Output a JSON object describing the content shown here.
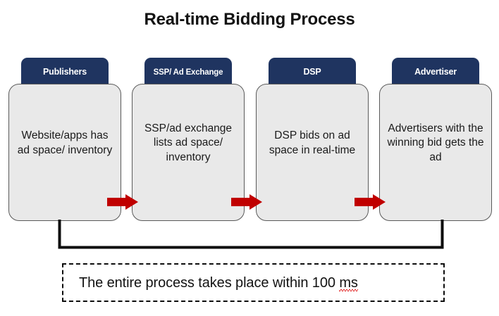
{
  "diagram": {
    "title": "Real-time Bidding Process",
    "colors": {
      "header_navy": "#1F3460",
      "card_fill": "#E9E9E9",
      "card_border": "#5A5A5A",
      "arrow_red": "#C00000",
      "bracket_black": "#0D0D0D",
      "text_black": "#131313",
      "spellcheck_red": "#E02020"
    },
    "steps": [
      {
        "header": "Publishers",
        "body": "Website/apps has ad space/ inventory"
      },
      {
        "header": "SSP/ Ad Exchange",
        "body": "SSP/ad exchange lists ad space/ inventory"
      },
      {
        "header": "DSP",
        "body": "DSP bids on ad space in real-time"
      },
      {
        "header": "Advertiser",
        "body": "Advertisers with the winning bid gets the ad"
      }
    ],
    "arrows": [
      {
        "name": "arrow-publishers-to-ssp"
      },
      {
        "name": "arrow-ssp-to-dsp"
      },
      {
        "name": "arrow-dsp-to-advertiser"
      }
    ],
    "summary": {
      "text_before": "The entire process takes place within 100 ",
      "text_flagged": "ms"
    }
  }
}
